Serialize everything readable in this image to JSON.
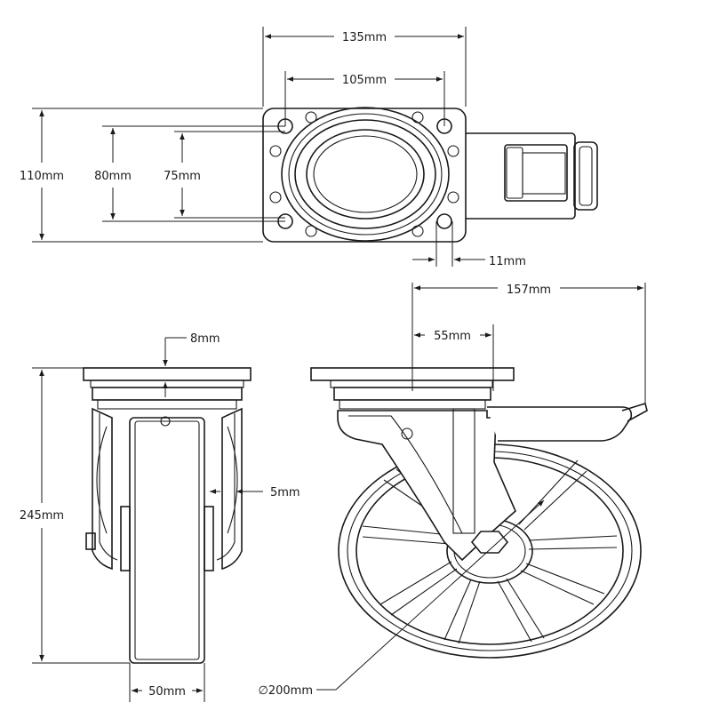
{
  "dimensions": {
    "plate_width": "135mm",
    "hole_spacing_width": "105mm",
    "plate_depth": "110mm",
    "hole_spacing_depth_outer": "80mm",
    "hole_spacing_depth_inner": "75mm",
    "hole_diameter": "11mm",
    "overall_offset": "157mm",
    "swivel_offset": "55mm",
    "plate_thickness": "8mm",
    "total_height": "245mm",
    "fork_clearance": "5mm",
    "wheel_width": "50mm",
    "wheel_diameter": "∅200mm"
  },
  "colors": {
    "line": "#1a1a1a",
    "background": "#ffffff"
  }
}
